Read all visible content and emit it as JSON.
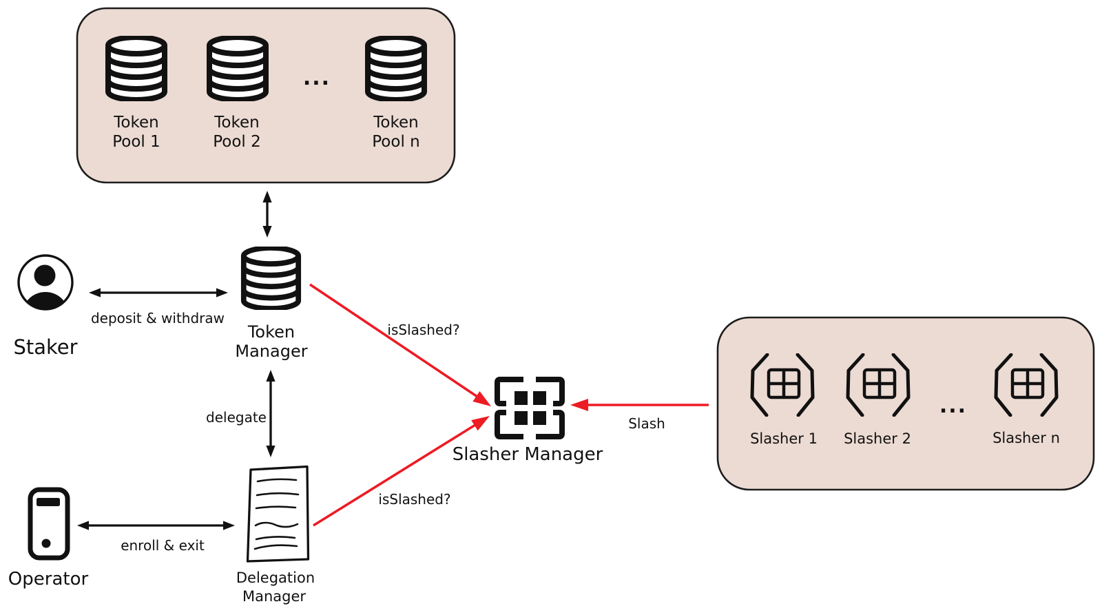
{
  "colors": {
    "ink": "#111111",
    "red": "#ed1b24",
    "boxfill": "#ecdbd3",
    "boxstroke": "#1c1c1c"
  },
  "token_pools_box": {
    "pools": [
      {
        "line1": "Token",
        "line2": "Pool 1"
      },
      {
        "line1": "Token",
        "line2": "Pool 2"
      },
      {
        "line1": "Token",
        "line2": "Pool n"
      }
    ],
    "ellipsis": "..."
  },
  "nodes": {
    "token_manager": {
      "line1": "Token",
      "line2": "Manager"
    },
    "delegation_manager": {
      "line1": "Delegation",
      "line2": "Manager"
    },
    "slasher_manager": {
      "label": "Slasher Manager"
    },
    "staker": {
      "label": "Staker"
    },
    "operator": {
      "label": "Operator"
    }
  },
  "slashers_box": {
    "slashers": [
      {
        "label": "Slasher 1"
      },
      {
        "label": "Slasher 2"
      },
      {
        "label": "Slasher n"
      }
    ],
    "ellipsis": "..."
  },
  "edges": {
    "deposit_withdraw": {
      "label": "deposit & withdraw"
    },
    "enroll_exit": {
      "label": "enroll & exit"
    },
    "delegate": {
      "label": "delegate"
    },
    "is_slashed_token": {
      "label": "isSlashed?"
    },
    "is_slashed_delegation": {
      "label": "isSlashed?"
    },
    "slash": {
      "label": "Slash"
    }
  }
}
